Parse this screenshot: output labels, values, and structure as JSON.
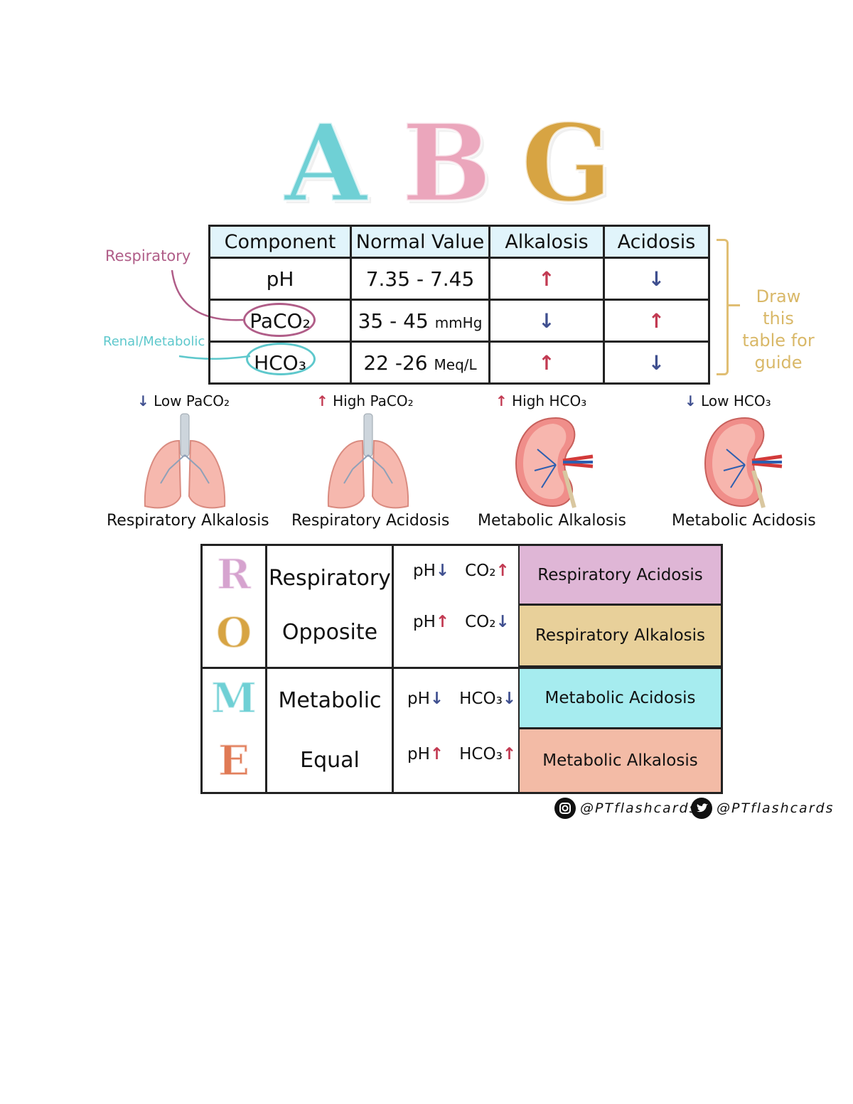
{
  "title": {
    "letters": [
      "A",
      "B",
      "G"
    ],
    "colors": [
      "#6fd0d5",
      "#eba6bc",
      "#d7a443"
    ]
  },
  "abg_table": {
    "headers": [
      "Component",
      "Normal Value",
      "Alkalosis",
      "Acidosis"
    ],
    "rows": [
      {
        "component": "pH",
        "normal": "7.35 - 7.45",
        "unit": "",
        "alkalosis": "↑",
        "acidosis": "↓"
      },
      {
        "component": "PaCO₂",
        "normal": "35 - 45",
        "unit": "mmHg",
        "alkalosis": "↓",
        "acidosis": "↑"
      },
      {
        "component": "HCO₃",
        "normal": "22 -26",
        "unit": "Meq/L",
        "alkalosis": "↑",
        "acidosis": "↓"
      }
    ],
    "side_labels": {
      "respiratory": "Respiratory",
      "renal": "Renal/Metabolic"
    },
    "note": [
      "Draw this",
      "table for",
      "guide"
    ]
  },
  "organs": [
    {
      "arrow": "↓",
      "caption": "Low PaCO₂",
      "name": "Respiratory Alkalosis",
      "icon": "lungs-icon"
    },
    {
      "arrow": "↑",
      "caption": "High PaCO₂",
      "name": "Respiratory Acidosis",
      "icon": "lungs-icon"
    },
    {
      "arrow": "↑",
      "caption": "High HCO₃",
      "name": "Metabolic Alkalosis",
      "icon": "kidney-icon"
    },
    {
      "arrow": "↓",
      "caption": "Low HCO₃",
      "name": "Metabolic Acidosis",
      "icon": "kidney-icon"
    }
  ],
  "rome": {
    "letters": [
      "R",
      "O",
      "M",
      "E"
    ],
    "letter_colors": [
      "#d6a3cf",
      "#d7a443",
      "#6fd0d5",
      "#e07a55"
    ],
    "words": [
      "Respiratory",
      "Opposite",
      "Metabolic",
      "Equal"
    ],
    "rules": [
      {
        "a": "pH",
        "a_arrow": "↓",
        "b": "CO₂",
        "b_arrow": "↑"
      },
      {
        "a": "pH",
        "a_arrow": "↑",
        "b": "CO₂",
        "b_arrow": "↓"
      },
      {
        "a": "pH",
        "a_arrow": "↓",
        "b": "HCO₃",
        "b_arrow": "↓"
      },
      {
        "a": "pH",
        "a_arrow": "↑",
        "b": "HCO₃",
        "b_arrow": "↑"
      }
    ],
    "results": [
      "Respiratory Acidosis",
      "Respiratory Alkalosis",
      "Metabolic Acidosis",
      "Metabolic Alkalosis"
    ],
    "result_colors": [
      "#dfb6d6",
      "#e8d09a",
      "#a6ecef",
      "#f3bba6"
    ]
  },
  "social": {
    "instagram": "@PTflashcards",
    "twitter": "@PTflashcards"
  },
  "colors": {
    "up_arrow": "#c23a52",
    "down_arrow": "#3f4f8f",
    "respiratory_label": "#b05d88",
    "renal_label": "#5ec8cc",
    "note": "#d9b868"
  }
}
